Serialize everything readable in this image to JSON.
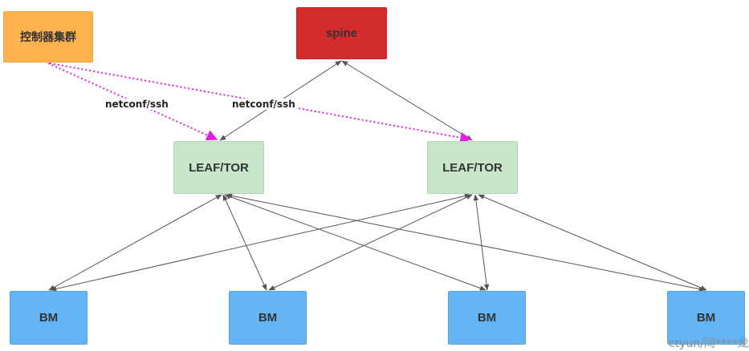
{
  "nodes": {
    "controller": "控制器集群",
    "spine": "spine",
    "leaf_1": "LEAF/TOR",
    "leaf_2": "LEAF/TOR",
    "bm_1": "BM",
    "bm_2": "BM",
    "bm_3": "BM",
    "bm_4": "BM"
  },
  "edge_labels": {
    "netconf_1": "netconf/ssh",
    "netconf_2": "netconf/ssh"
  },
  "edges": [
    {
      "from": "spine",
      "to": "leaf_1",
      "style": "bidirectional-arrow"
    },
    {
      "from": "spine",
      "to": "leaf_2",
      "style": "bidirectional-arrow"
    },
    {
      "from": "controller",
      "to": "leaf_1",
      "style": "dotted-arrow",
      "label": "netconf/ssh"
    },
    {
      "from": "controller",
      "to": "leaf_2",
      "style": "dotted-arrow",
      "label": "netconf/ssh"
    },
    {
      "from": "leaf_1",
      "to": "bm_1",
      "style": "bidirectional-arrow"
    },
    {
      "from": "leaf_1",
      "to": "bm_2",
      "style": "bidirectional-arrow"
    },
    {
      "from": "leaf_1",
      "to": "bm_3",
      "style": "bidirectional-arrow"
    },
    {
      "from": "leaf_1",
      "to": "bm_4",
      "style": "bidirectional-arrow"
    },
    {
      "from": "leaf_2",
      "to": "bm_1",
      "style": "bidirectional-arrow"
    },
    {
      "from": "leaf_2",
      "to": "bm_2",
      "style": "bidirectional-arrow"
    },
    {
      "from": "leaf_2",
      "to": "bm_3",
      "style": "bidirectional-arrow"
    },
    {
      "from": "leaf_2",
      "to": "bm_4",
      "style": "bidirectional-arrow"
    }
  ],
  "colors": {
    "controller": "#ffb24d",
    "spine": "#d42c2c",
    "leaf": "#c8e6c9",
    "bm": "#64b5f6",
    "link": "#555555",
    "management_link": "#e020e0"
  },
  "watermark": "ctyun/闫****龙"
}
